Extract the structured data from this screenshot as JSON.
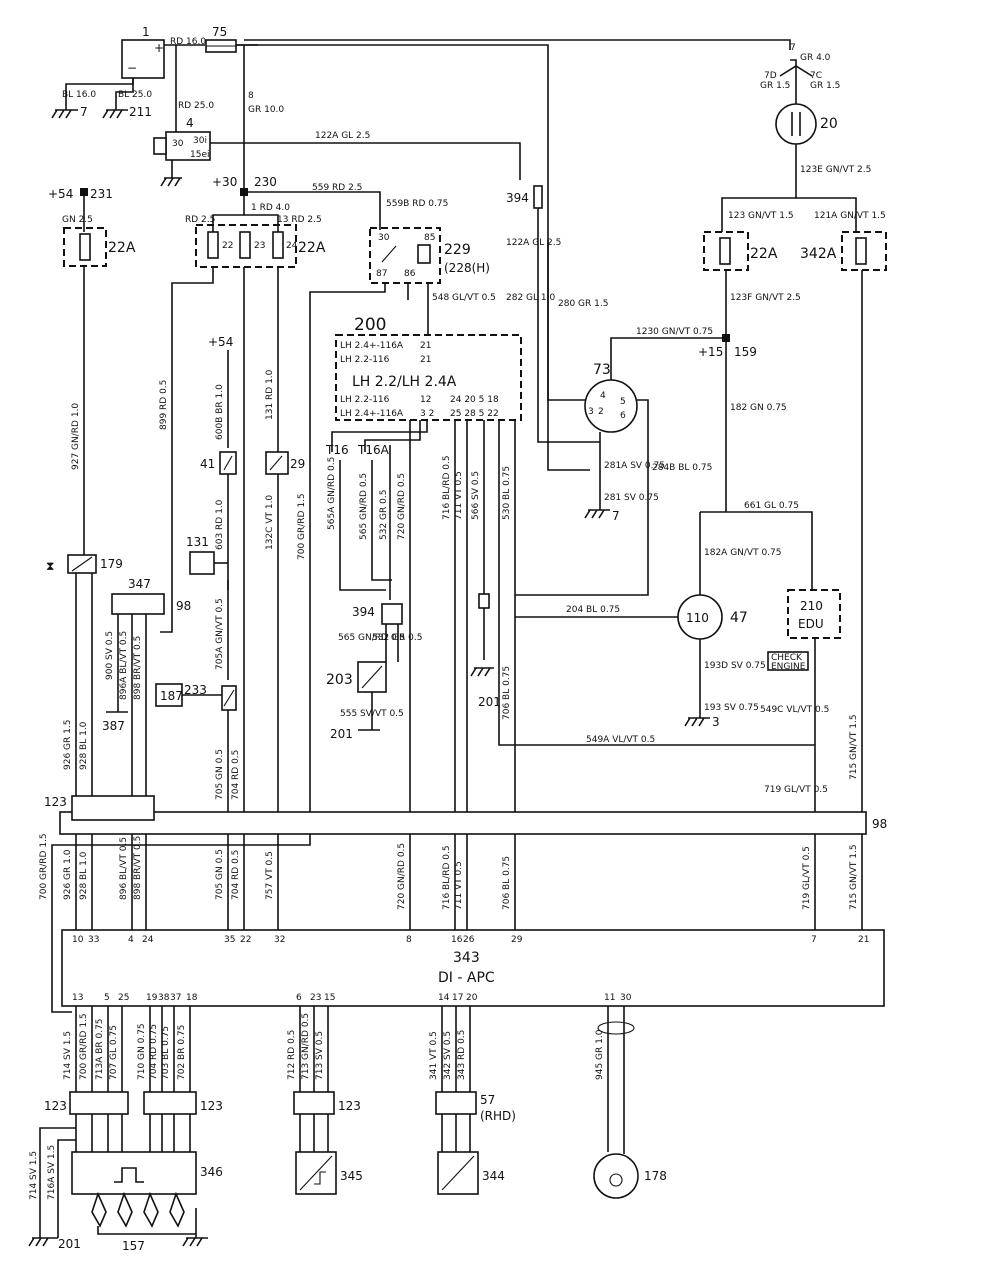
{
  "components": {
    "battery": "1",
    "fuse_75": "75",
    "relay_4": "4",
    "relay_4_pins": [
      "30",
      "30i",
      "15ei"
    ],
    "splice_230_label": "+30",
    "splice_230": "230",
    "splice_231_label": "+54",
    "splice_231": "231",
    "fuse_box_22a": "22A",
    "fuse_box_342a": "342A",
    "relay_229": "229",
    "relay_229_sub": "(228(H)",
    "ecu_200": "200",
    "ecu_200_name": "LH 2.2/LH 2.4A",
    "ecu_200_top_rows": [
      "LH 2.4+-116A",
      "LH 2.2-116"
    ],
    "ecu_200_top_pins": [
      "21",
      "21"
    ],
    "ecu_200_bot_rows": [
      "LH 2.2-116",
      "LH 2.4+-116A"
    ],
    "connector_394": "394",
    "connector_73": "73",
    "splice_159_label": "+15",
    "splice_159": "159",
    "ignition_20": "20",
    "switch_41": "41",
    "switch_29": "29",
    "node_131": "131",
    "valve_179": "179",
    "conn_347": "347",
    "conn_98": "98",
    "node_187": "187",
    "switch_233": "233",
    "ground_387": "387",
    "comp_203": "203",
    "ground_201": "201",
    "ground_7": "7",
    "ground_211": "211",
    "ground_3": "3",
    "gauge_47": "47",
    "gauge_110": "110",
    "edu_210": "210",
    "edu_label": "EDU",
    "check_engine": "CHECK ENGINE",
    "conn_123": "123",
    "ecu_343": "343",
    "ecu_343_name": "DI - APC",
    "comp_346": "346",
    "comp_345": "345",
    "comp_344": "344",
    "comp_178": "178",
    "conn_57": "57",
    "conn_57_sub": "(RHD)",
    "spark_157": "157",
    "plus54": "+54",
    "t16": "T16",
    "t16a": "T16A"
  },
  "pins_343_top": [
    "10",
    "33",
    "4",
    "24",
    "35",
    "22",
    "32",
    "8",
    "16",
    "26",
    "29",
    "7",
    "21"
  ],
  "pins_343_bottom": [
    "13",
    "5",
    "25",
    "19",
    "38",
    "37",
    "18",
    "6",
    "23",
    "15",
    "14",
    "17",
    "20",
    "11",
    "30"
  ],
  "wire_labels": {
    "rd160": "RD 16.0",
    "bl160": "BL 16.0",
    "bl250": "BL 25.0",
    "rd250": "RD 25.0",
    "gr100": "GR 10.0",
    "w8": "8",
    "gr40": "GR 4.0",
    "gr15a": "GR 1.5",
    "gr15b": "GR 1.5",
    "w7a": "7",
    "w7c": "7C",
    "w7d": "7D",
    "w122a": "122A GL 2.5",
    "w123e": "123E GN/VT 2.5",
    "w559": "559 RD 2.5",
    "w559b": "559B RD 0.75",
    "rd25a": "RD 2.5",
    "rd40": "1 RD 4.0",
    "rd25b": "13 RD 2.5",
    "gn25": "GN 2.5",
    "w123": "123 GN/VT 1.5",
    "w121a": "121A GN/VT 1.5",
    "w548": "548 GL/VT 0.5",
    "w122a2": "122A GL 2.5",
    "w282": "282 GL 1.0",
    "w280": "280 GR 1.5",
    "w123f": "123F GN/VT 2.5",
    "w1230": "1230 GN/VT 0.75",
    "w182": "182 GN 0.75",
    "w661": "661 GL 0.75",
    "w182a": "182A GN/VT 0.75",
    "w204": "204 BL 0.75",
    "w193d": "193D SV 0.75",
    "w193": "193 SV 0.75",
    "w549c": "549C VL/VT 0.5",
    "w549a": "549A VL/VT 0.5",
    "w719": "719 GL/VT 0.5",
    "w715": "715 GN/VT 1.5",
    "w281a": "281A SV 0.75",
    "w281": "281 SV 0.75",
    "w284b": "284B BL 0.75",
    "w927": "927 GN/RD 1.0",
    "w899": "899 RD 0.5",
    "w600b": "600B BR 1.0",
    "w131": "131 RD 1.0",
    "w603": "603 RD 1.0",
    "w132c": "132C VT 1.0",
    "w700": "700 GR/RD 1.5",
    "w705a": "705A GN/VT 0.5",
    "w900": "900 SV 0.5",
    "w896a": "896A BL/VT 0.5",
    "w898": "898 BR/VT 0.5",
    "w565a": "565A GN/RD 0.5",
    "w565": "565 GN/RD 0.5",
    "w532": "532 GR 0.5",
    "w720": "720 GN/RD 0.5",
    "w716": "716 BL/RD 0.5",
    "w711": "711 VT 0.5",
    "w566": "566 SV 0.5",
    "w530": "530 BL 0.75",
    "w706": "706 BL 0.75",
    "w555": "555 SV/VT 0.5",
    "w565b": "565 GN/RD 0.5",
    "w532b": "532 GR 0.5",
    "w926": "926 GR 1.5",
    "w928": "928 BL 1.0",
    "w705": "705 GN 0.5",
    "w704": "704 RD 0.5",
    "w757": "757 VT 0.5",
    "w926b": "926 GR 1.0",
    "w928b": "928 BL 1.0",
    "w896": "896 BL/VT 0.5",
    "w898b": "898 BR/VT 0.5",
    "w714": "714 SV 1.5",
    "w700b": "700 GR/RD 1.5",
    "w713a": "713A BR 0.75",
    "w707": "707 GL 0.75",
    "w710": "710 GN 0.75",
    "w704b": "704 RD 0.75",
    "w703": "703 BL 0.75",
    "w702": "702 BR 0.75",
    "w712": "712 RD 0.5",
    "w713": "713 GN/RD 0.5",
    "w713b": "713 SV 0.5",
    "w341": "341 VT 0.5",
    "w342": "342 SV 0.5",
    "w343": "343 RD 0.5",
    "w945": "945 GR 1.0",
    "w716a": "716A SV 1.5",
    "w714b": "714 SV 1.5"
  }
}
